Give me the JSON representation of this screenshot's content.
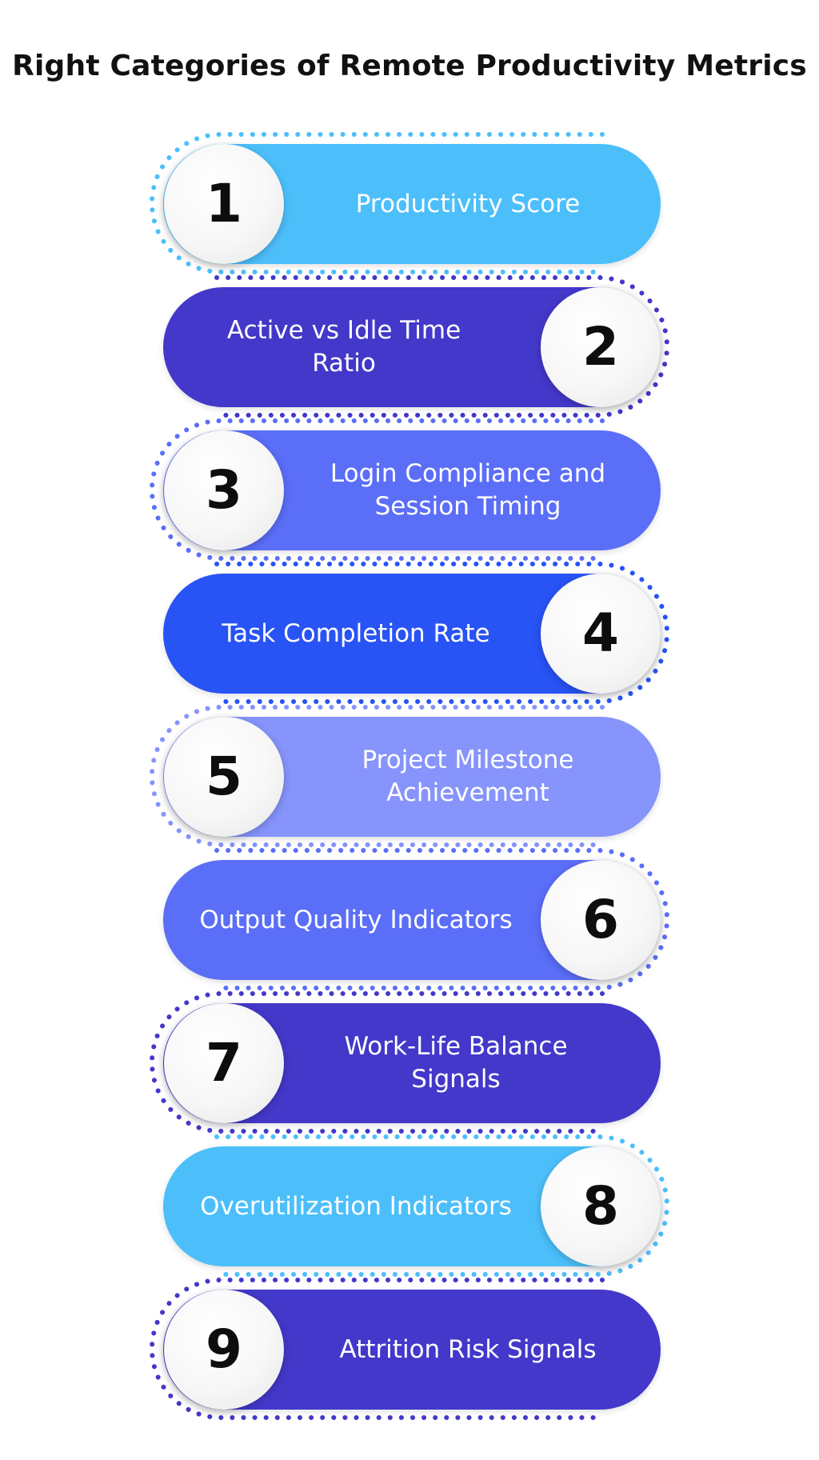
{
  "title": "Right Categories of Remote Productivity Metrics",
  "items": [
    {
      "number": "1",
      "label": "Productivity Score",
      "color": "#4cbffb",
      "side": "left"
    },
    {
      "number": "2",
      "label": "Active vs Idle Time Ratio",
      "color": "#4338ca",
      "side": "right"
    },
    {
      "number": "3",
      "label": "Login Compliance and Session Timing",
      "color": "#5b6ef8",
      "side": "left"
    },
    {
      "number": "4",
      "label": "Task Completion Rate",
      "color": "#2853f5",
      "side": "right"
    },
    {
      "number": "5",
      "label": "Project Milestone Achievement",
      "color": "#8694fb",
      "side": "left"
    },
    {
      "number": "6",
      "label": "Output Quality Indicators",
      "color": "#5b6ef8",
      "side": "right"
    },
    {
      "number": "7",
      "label": "Work-Life Balance Signals",
      "color": "#4338ca",
      "side": "left"
    },
    {
      "number": "8",
      "label": "Overutilization Indicators",
      "color": "#4cbffb",
      "side": "right"
    },
    {
      "number": "9",
      "label": "Attrition Risk Signals",
      "color": "#4338ca",
      "side": "left"
    }
  ]
}
